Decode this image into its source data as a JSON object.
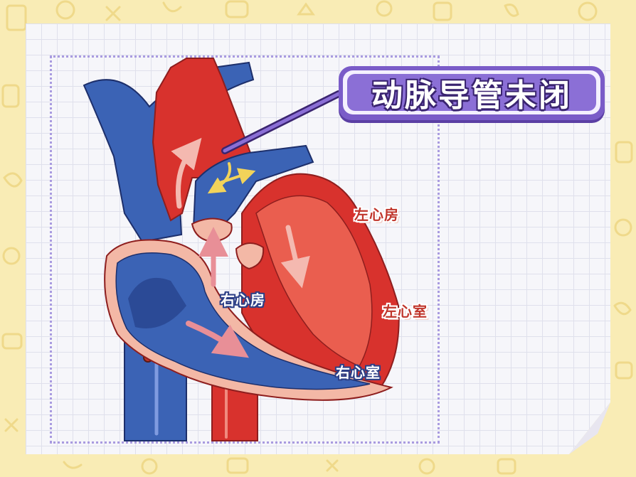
{
  "title": "动脉导管未闭",
  "labels": {
    "left_atrium": "左心房",
    "left_ventricle": "左心室",
    "right_atrium": "右心房",
    "right_ventricle": "右心室"
  },
  "colors": {
    "background": "#f9ecb5",
    "artery_red": "#d8322d",
    "vein_blue": "#3b63b5",
    "accent_purple": "#8b6fd6",
    "shunt_arrow_yellow": "#f2d35a"
  }
}
